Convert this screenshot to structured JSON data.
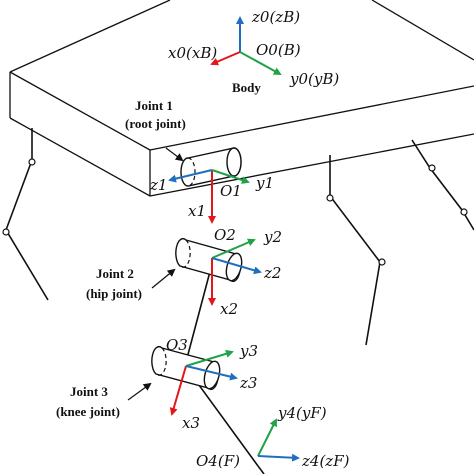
{
  "colors": {
    "x_axis": "#e3161b",
    "y_axis": "#1fa347",
    "z_axis": "#1e6fbf",
    "ink": "#111111"
  },
  "body": {
    "label": "Body",
    "frame": {
      "origin": "O0(B)",
      "x": "x0(xB)",
      "y": "y0(yB)",
      "z": "z0(zB)"
    }
  },
  "joint1": {
    "title": "Joint 1",
    "subtitle": "(root joint)",
    "frame": {
      "origin": "O1",
      "x": "x1",
      "y": "y1",
      "z": "z1"
    }
  },
  "joint2": {
    "title": "Joint 2",
    "subtitle": "(hip joint)",
    "frame": {
      "origin": "O2",
      "x": "x2",
      "y": "y2",
      "z": "z2"
    }
  },
  "joint3": {
    "title": "Joint 3",
    "subtitle": "(knee joint)",
    "frame": {
      "origin": "O3",
      "x": "x3",
      "y": "y3",
      "z": "z3"
    }
  },
  "foot": {
    "frame": {
      "origin": "O4(F)",
      "y": "y4(yF)",
      "z": "z4(zF)"
    }
  }
}
